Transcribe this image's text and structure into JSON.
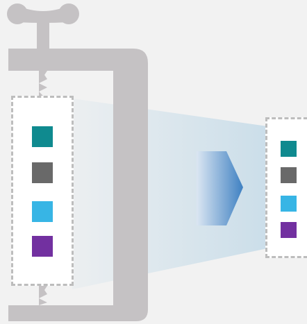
{
  "diagram": {
    "colors": {
      "background": "#f2f2f2",
      "clamp": "#c5c2c4",
      "beam": "#c9dde9",
      "arrow_light": "#dbe6f2",
      "arrow_dark": "#3f81c2",
      "panel_border": "#bdbdbd"
    },
    "original_panel": {
      "swatches": [
        {
          "name": "teal",
          "color": "#0f8a8f"
        },
        {
          "name": "gray",
          "color": "#696969"
        },
        {
          "name": "light-blue",
          "color": "#37b5e5"
        },
        {
          "name": "purple",
          "color": "#7230a0"
        }
      ]
    },
    "compressed_panel": {
      "swatches": [
        {
          "name": "teal",
          "color": "#0f8a8f"
        },
        {
          "name": "gray",
          "color": "#696969"
        },
        {
          "name": "light-blue",
          "color": "#37b5e5"
        },
        {
          "name": "purple",
          "color": "#7230a0"
        }
      ]
    }
  }
}
